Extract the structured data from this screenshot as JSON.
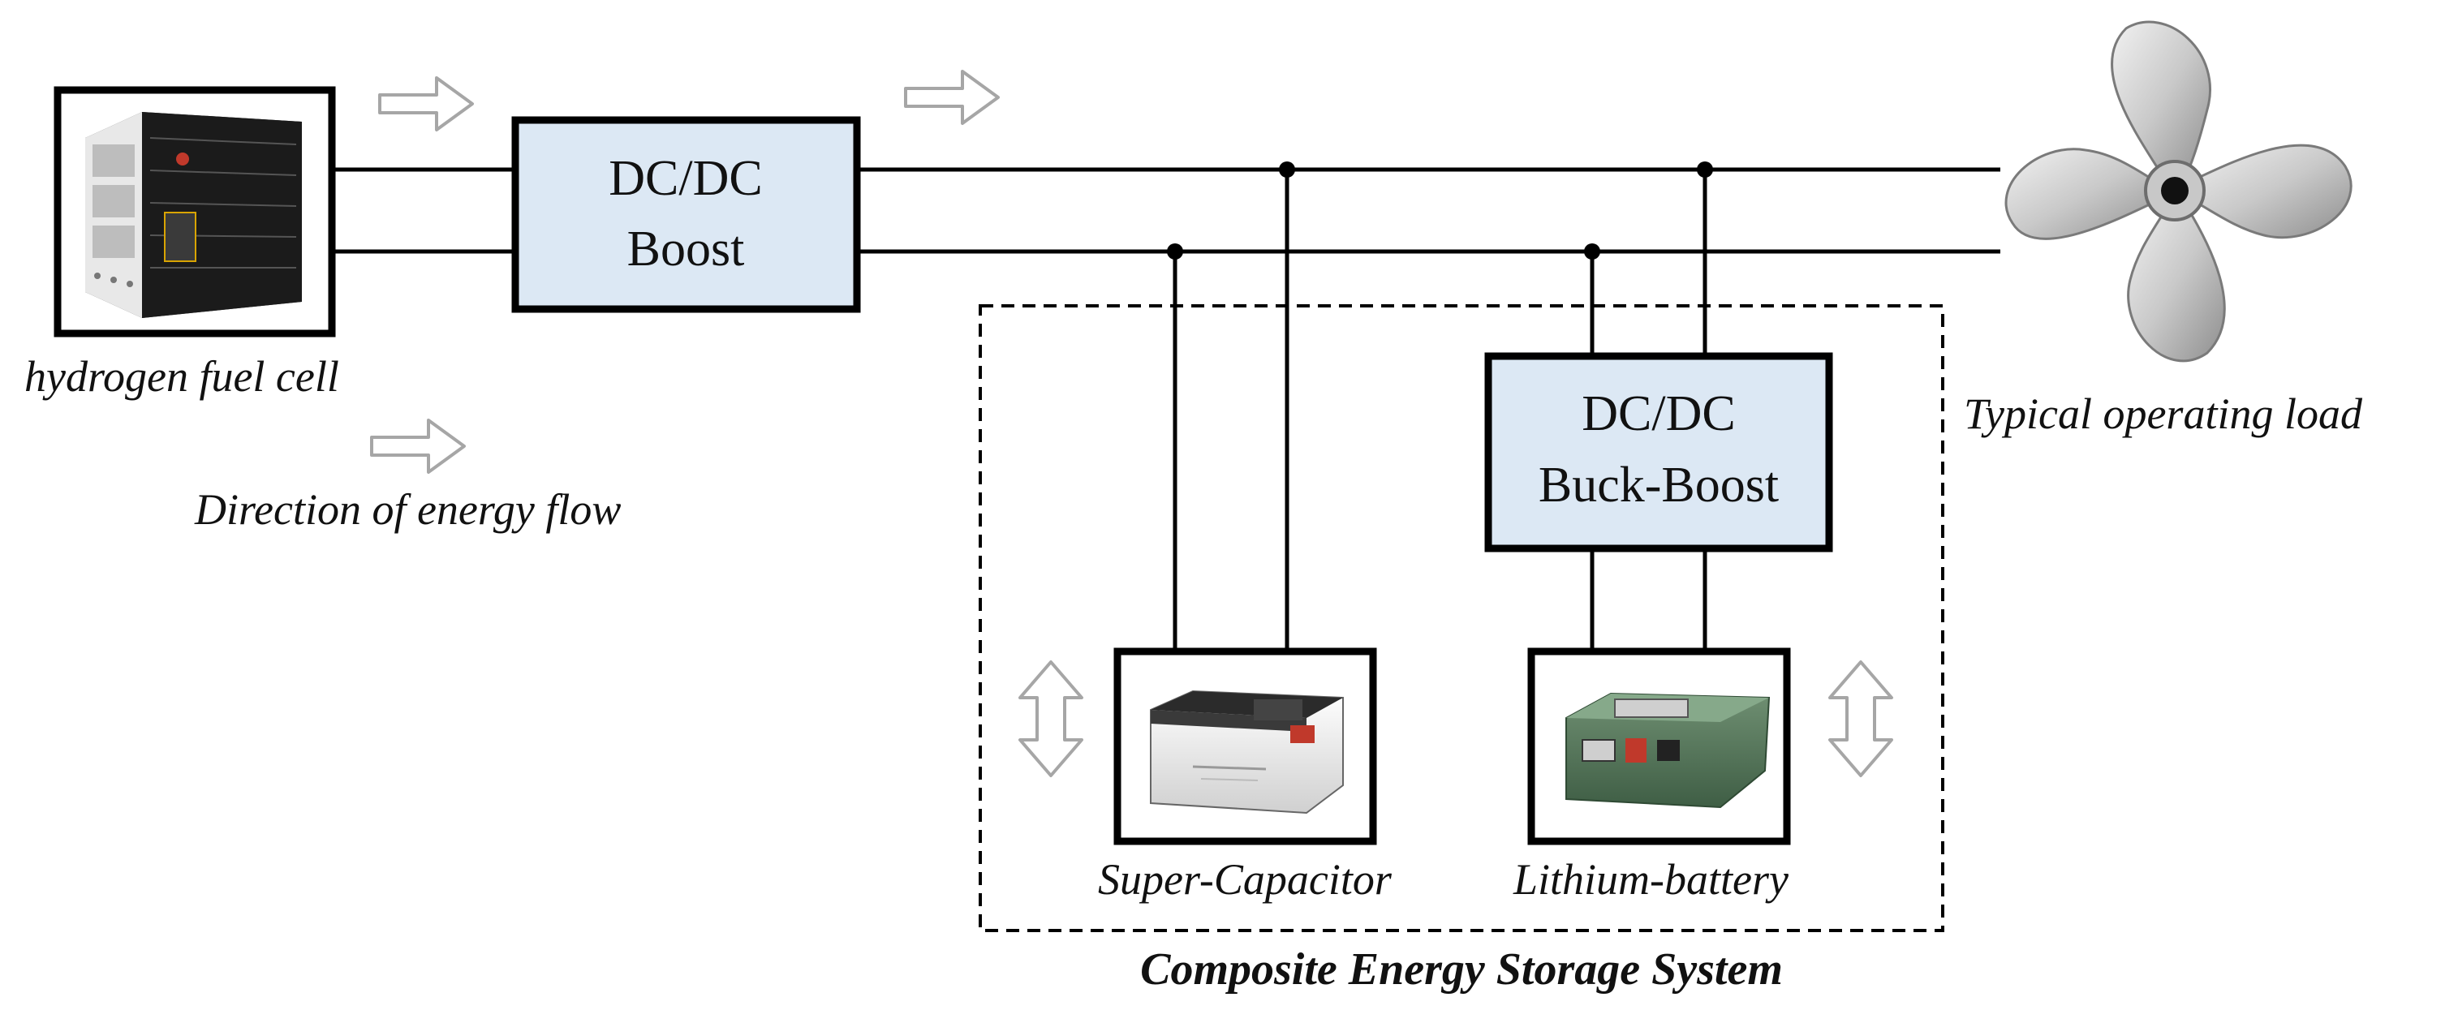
{
  "labels": {
    "fuel_cell": "hydrogen fuel cell",
    "flow_direction": "Direction of energy flow",
    "load": "Typical operating load",
    "supercap": "Super-Capacitor",
    "battery": "Lithium-battery",
    "storage_system": "Composite Energy Storage System"
  },
  "converters": {
    "boost": {
      "line1": "DC/DC",
      "line2": "Boost"
    },
    "buck_boost": {
      "line1": "DC/DC",
      "line2": "Buck-Boost"
    }
  },
  "colors": {
    "converter_fill": "#dce8f4",
    "line": "#000000",
    "arrow_outline": "#a6a6a6"
  },
  "icons": {
    "fuel_cell": "fuel-cell-icon",
    "supercap": "supercapacitor-icon",
    "battery": "battery-box-icon",
    "load": "propeller-icon"
  }
}
